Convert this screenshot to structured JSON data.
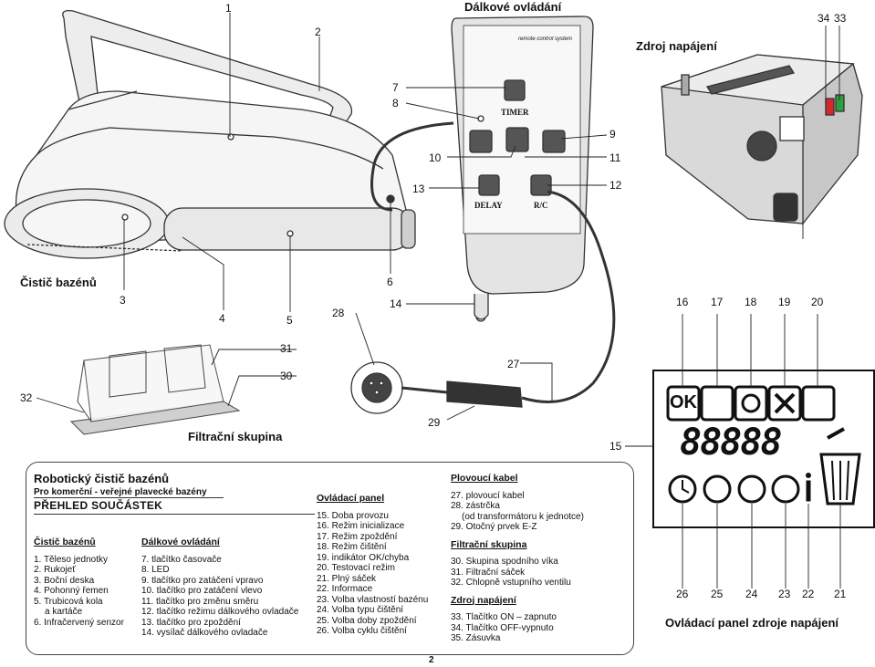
{
  "callout_numbers": {
    "n1": "1",
    "n2": "2",
    "n3": "3",
    "n4": "4",
    "n5": "5",
    "n6": "6",
    "n7": "7",
    "n8": "8",
    "n9": "9",
    "n10": "10",
    "n11": "11",
    "n12": "12",
    "n13": "13",
    "n14": "14",
    "n15": "15",
    "n16": "16",
    "n17": "17",
    "n18": "18",
    "n19": "19",
    "n20": "20",
    "n21": "21",
    "n22": "22",
    "n23": "23",
    "n24": "24",
    "n25": "25",
    "n26": "26",
    "n27": "27",
    "n28": "28",
    "n29": "29",
    "n30": "30",
    "n31": "31",
    "n32": "32",
    "n33": "33",
    "n34": "34"
  },
  "labels": {
    "remote": "Dálkové ovládání",
    "power_supply": "Zdroj napájení",
    "cleaner": "Čistič bazénů",
    "filter": "Filtrační skupina",
    "power_panel": "Ovládací panel zdroje napájení",
    "remote_brand": "remote control system",
    "timer": "TIMER",
    "delay": "DELAY",
    "rc": "R/C",
    "lcd_ok": "OK",
    "lcd_digits": "88888"
  },
  "legend": {
    "title": "Robotický čistič bazénů",
    "subtitle": "Pro komerční - veřejné plavecké bazény",
    "heading": "PŘEHLED SOUČÁSTEK",
    "col1": {
      "header": "Čistič bazénů",
      "items": [
        "1. Těleso jednotky",
        "2. Rukojeť",
        "3. Boční deska",
        "4. Pohonný řemen",
        "5. Trubicová kola",
        "    a kartáče",
        "6. Infračervený senzor"
      ]
    },
    "col2": {
      "header": "Dálkové ovládání",
      "items": [
        "7.  tlačítko časovače",
        "8.  LED",
        "9.  tlačítko pro zatáčení vpravo",
        "10. tlačítko pro zatáčení vlevo",
        "11. tlačítko pro změnu směru",
        "12. tlačítko režimu dálkového ovladače",
        "13. tlačítko pro zpoždění",
        "14. vysílač dálkového ovladače"
      ]
    },
    "col3": {
      "header": "Ovládací panel",
      "items": [
        "15. Doba provozu",
        "16. Režim inicializace",
        "17. Režim zpoždění",
        "18. Režim čištění",
        "19. indikátor OK/chyba",
        "20. Testovací režim",
        "21. Plný sáček",
        "22. Informace",
        "23. Volba vlastností bazénu",
        "24. Volba typu čištění",
        "25. Volba doby zpoždění",
        "26. Volba cyklu čištění"
      ]
    },
    "col4a": {
      "header": "Plovoucí kabel",
      "items": [
        "27. plovoucí kabel",
        "28. zástrčka",
        "    (od transformátoru k jednotce)",
        "29. Otočný prvek E-Z"
      ]
    },
    "col4b": {
      "header": "Filtrační skupina",
      "items": [
        "30. Skupina spodního víka",
        "31. Filtrační sáček",
        "32. Chlopně vstupního ventilu"
      ]
    },
    "col4c": {
      "header": "Zdroj napájení",
      "items": [
        "33. Tlačítko ON – zapnuto",
        "34. Tlačítko OFF-vypnuto",
        "35. Zásuvka"
      ]
    }
  },
  "page_number": "2",
  "colors": {
    "power_on": "#2e9e3e",
    "power_off": "#d22a2a",
    "lcd_bg": "#ffffff",
    "remote_body": "#e4e4e4"
  }
}
